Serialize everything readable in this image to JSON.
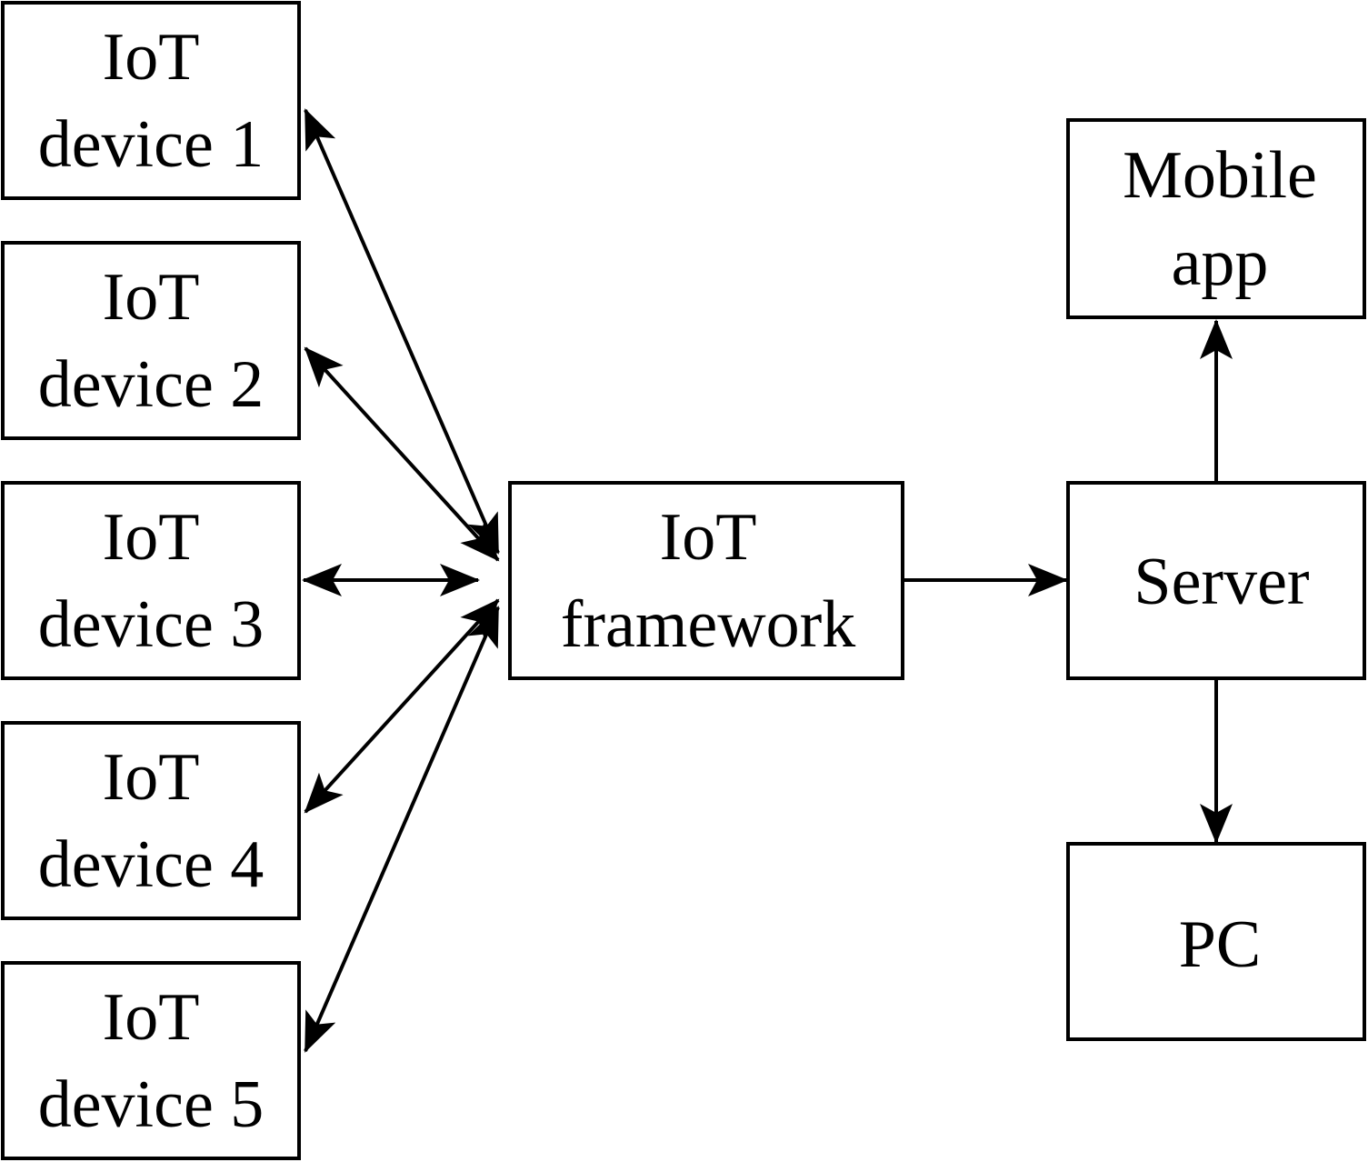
{
  "diagram": {
    "colors": {
      "stroke": "#000000",
      "fill": "#ffffff",
      "text": "#000000"
    },
    "nodes": {
      "device1": {
        "line1": "IoT",
        "line2": "device 1"
      },
      "device2": {
        "line1": "IoT",
        "line2": "device 2"
      },
      "device3": {
        "line1": "IoT",
        "line2": "device 3"
      },
      "device4": {
        "line1": "IoT",
        "line2": "device 4"
      },
      "device5": {
        "line1": "IoT",
        "line2": "device 5"
      },
      "framework": {
        "line1": "IoT",
        "line2": "framework"
      },
      "server": {
        "line1": "Server"
      },
      "mobile": {
        "line1": "Mobile",
        "line2": "app"
      },
      "pc": {
        "line1": "PC"
      }
    },
    "edges": [
      {
        "from": "framework",
        "to": "device1",
        "arrows": "both"
      },
      {
        "from": "framework",
        "to": "device2",
        "arrows": "both"
      },
      {
        "from": "framework",
        "to": "device3",
        "arrows": "both"
      },
      {
        "from": "framework",
        "to": "device4",
        "arrows": "both"
      },
      {
        "from": "framework",
        "to": "device5",
        "arrows": "both"
      },
      {
        "from": "framework",
        "to": "server",
        "arrows": "forward"
      },
      {
        "from": "server",
        "to": "mobile",
        "arrows": "forward"
      },
      {
        "from": "server",
        "to": "pc",
        "arrows": "forward"
      }
    ]
  }
}
